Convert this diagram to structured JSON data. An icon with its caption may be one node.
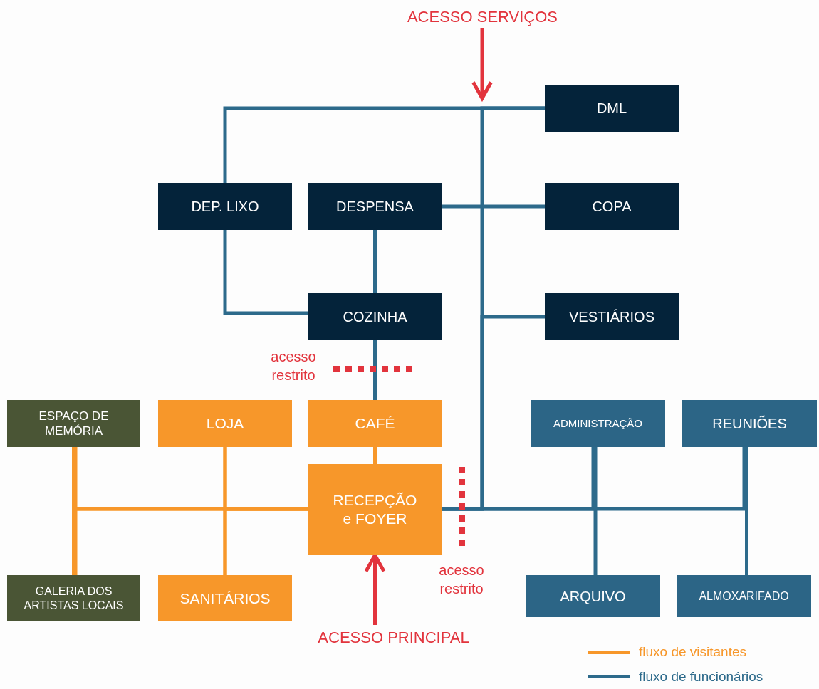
{
  "diagram": {
    "nodes": [
      {
        "text": [
          "ACESSO SERVIÇOS"
        ]
      },
      {
        "text": [
          "DML"
        ]
      },
      {
        "text": [
          "DEP. LIXO"
        ]
      },
      {
        "text": [
          "DESPENSA"
        ]
      },
      {
        "text": [
          "COPA"
        ]
      },
      {
        "text": [
          "COZINHA"
        ]
      },
      {
        "text": [
          "VESTIÁRIOS"
        ]
      },
      {
        "text": [
          "ESPAÇO DE MEMÓRIA"
        ]
      },
      {
        "text": [
          "LOJA"
        ]
      },
      {
        "text": [
          "CAFÉ"
        ]
      },
      {
        "text": [
          "ADMINISTRAÇÃO"
        ]
      },
      {
        "text": [
          "REUNIÕES"
        ]
      },
      {
        "text": [
          "RECEPÇÃO e FOYER"
        ]
      },
      {
        "text": [
          "GALERIA DOS ARTISTAS LOCAIS"
        ]
      },
      {
        "text": [
          "SANITÁRIOS"
        ]
      },
      {
        "text": [
          "ARQUIVO"
        ]
      },
      {
        "text": [
          "ALMOXARIFADO"
        ]
      },
      {
        "text": [
          "ACESSO PRINCIPAL"
        ]
      }
    ],
    "edges": [
      {
        "from": 2,
        "to": 1,
        "arrow": "none"
      },
      {
        "from": 1,
        "to": 12,
        "arrow": "none"
      },
      {
        "from": 3,
        "to": 4,
        "arrow": "none"
      },
      {
        "from": 6,
        "to": 12,
        "arrow": "none"
      },
      {
        "from": 12,
        "to": 10,
        "arrow": "none"
      },
      {
        "from": 10,
        "to": 15,
        "arrow": "none"
      },
      {
        "from": 12,
        "to": 11,
        "arrow": "none"
      },
      {
        "from": 11,
        "to": 16,
        "arrow": "none"
      },
      {
        "from": 2,
        "to": 5,
        "arrow": "none"
      },
      {
        "from": 3,
        "to": 5,
        "arrow": "none"
      },
      {
        "from": 5,
        "to": 9,
        "arrow": "none"
      },
      {
        "from": 9,
        "to": 12,
        "arrow": "none",
        "color": "#f7972a"
      },
      {
        "from": 7,
        "to": 13,
        "arrow": "none",
        "color": "#f7972a"
      },
      {
        "from": 8,
        "to": 14,
        "arrow": "none",
        "color": "#f7972a"
      },
      {
        "from": 12,
        "to": 7,
        "arrow": "none",
        "color": "#f7972a"
      },
      {
        "from": 12,
        "to": 13,
        "arrow": "none",
        "color": "#f7972a"
      },
      {
        "from": 12,
        "to": 8,
        "arrow": "none",
        "color": "#f7972a"
      },
      {
        "from": 12,
        "to": 14,
        "arrow": "none",
        "color": "#f7972a"
      },
      {
        "from": 0,
        "to": null,
        "arrow": "to",
        "color": "#e2343d"
      },
      {
        "from": 17,
        "to": 12,
        "arrow": "to",
        "color": "#e2343d"
      }
    ],
    "labels": [
      "acesso restrito",
      "acesso restrito"
    ],
    "legend": [
      {
        "text": "fluxo de visitantes",
        "color": "#f7972a"
      },
      {
        "text": "fluxo de funcionários",
        "color": "#2d6a8b"
      }
    ]
  }
}
